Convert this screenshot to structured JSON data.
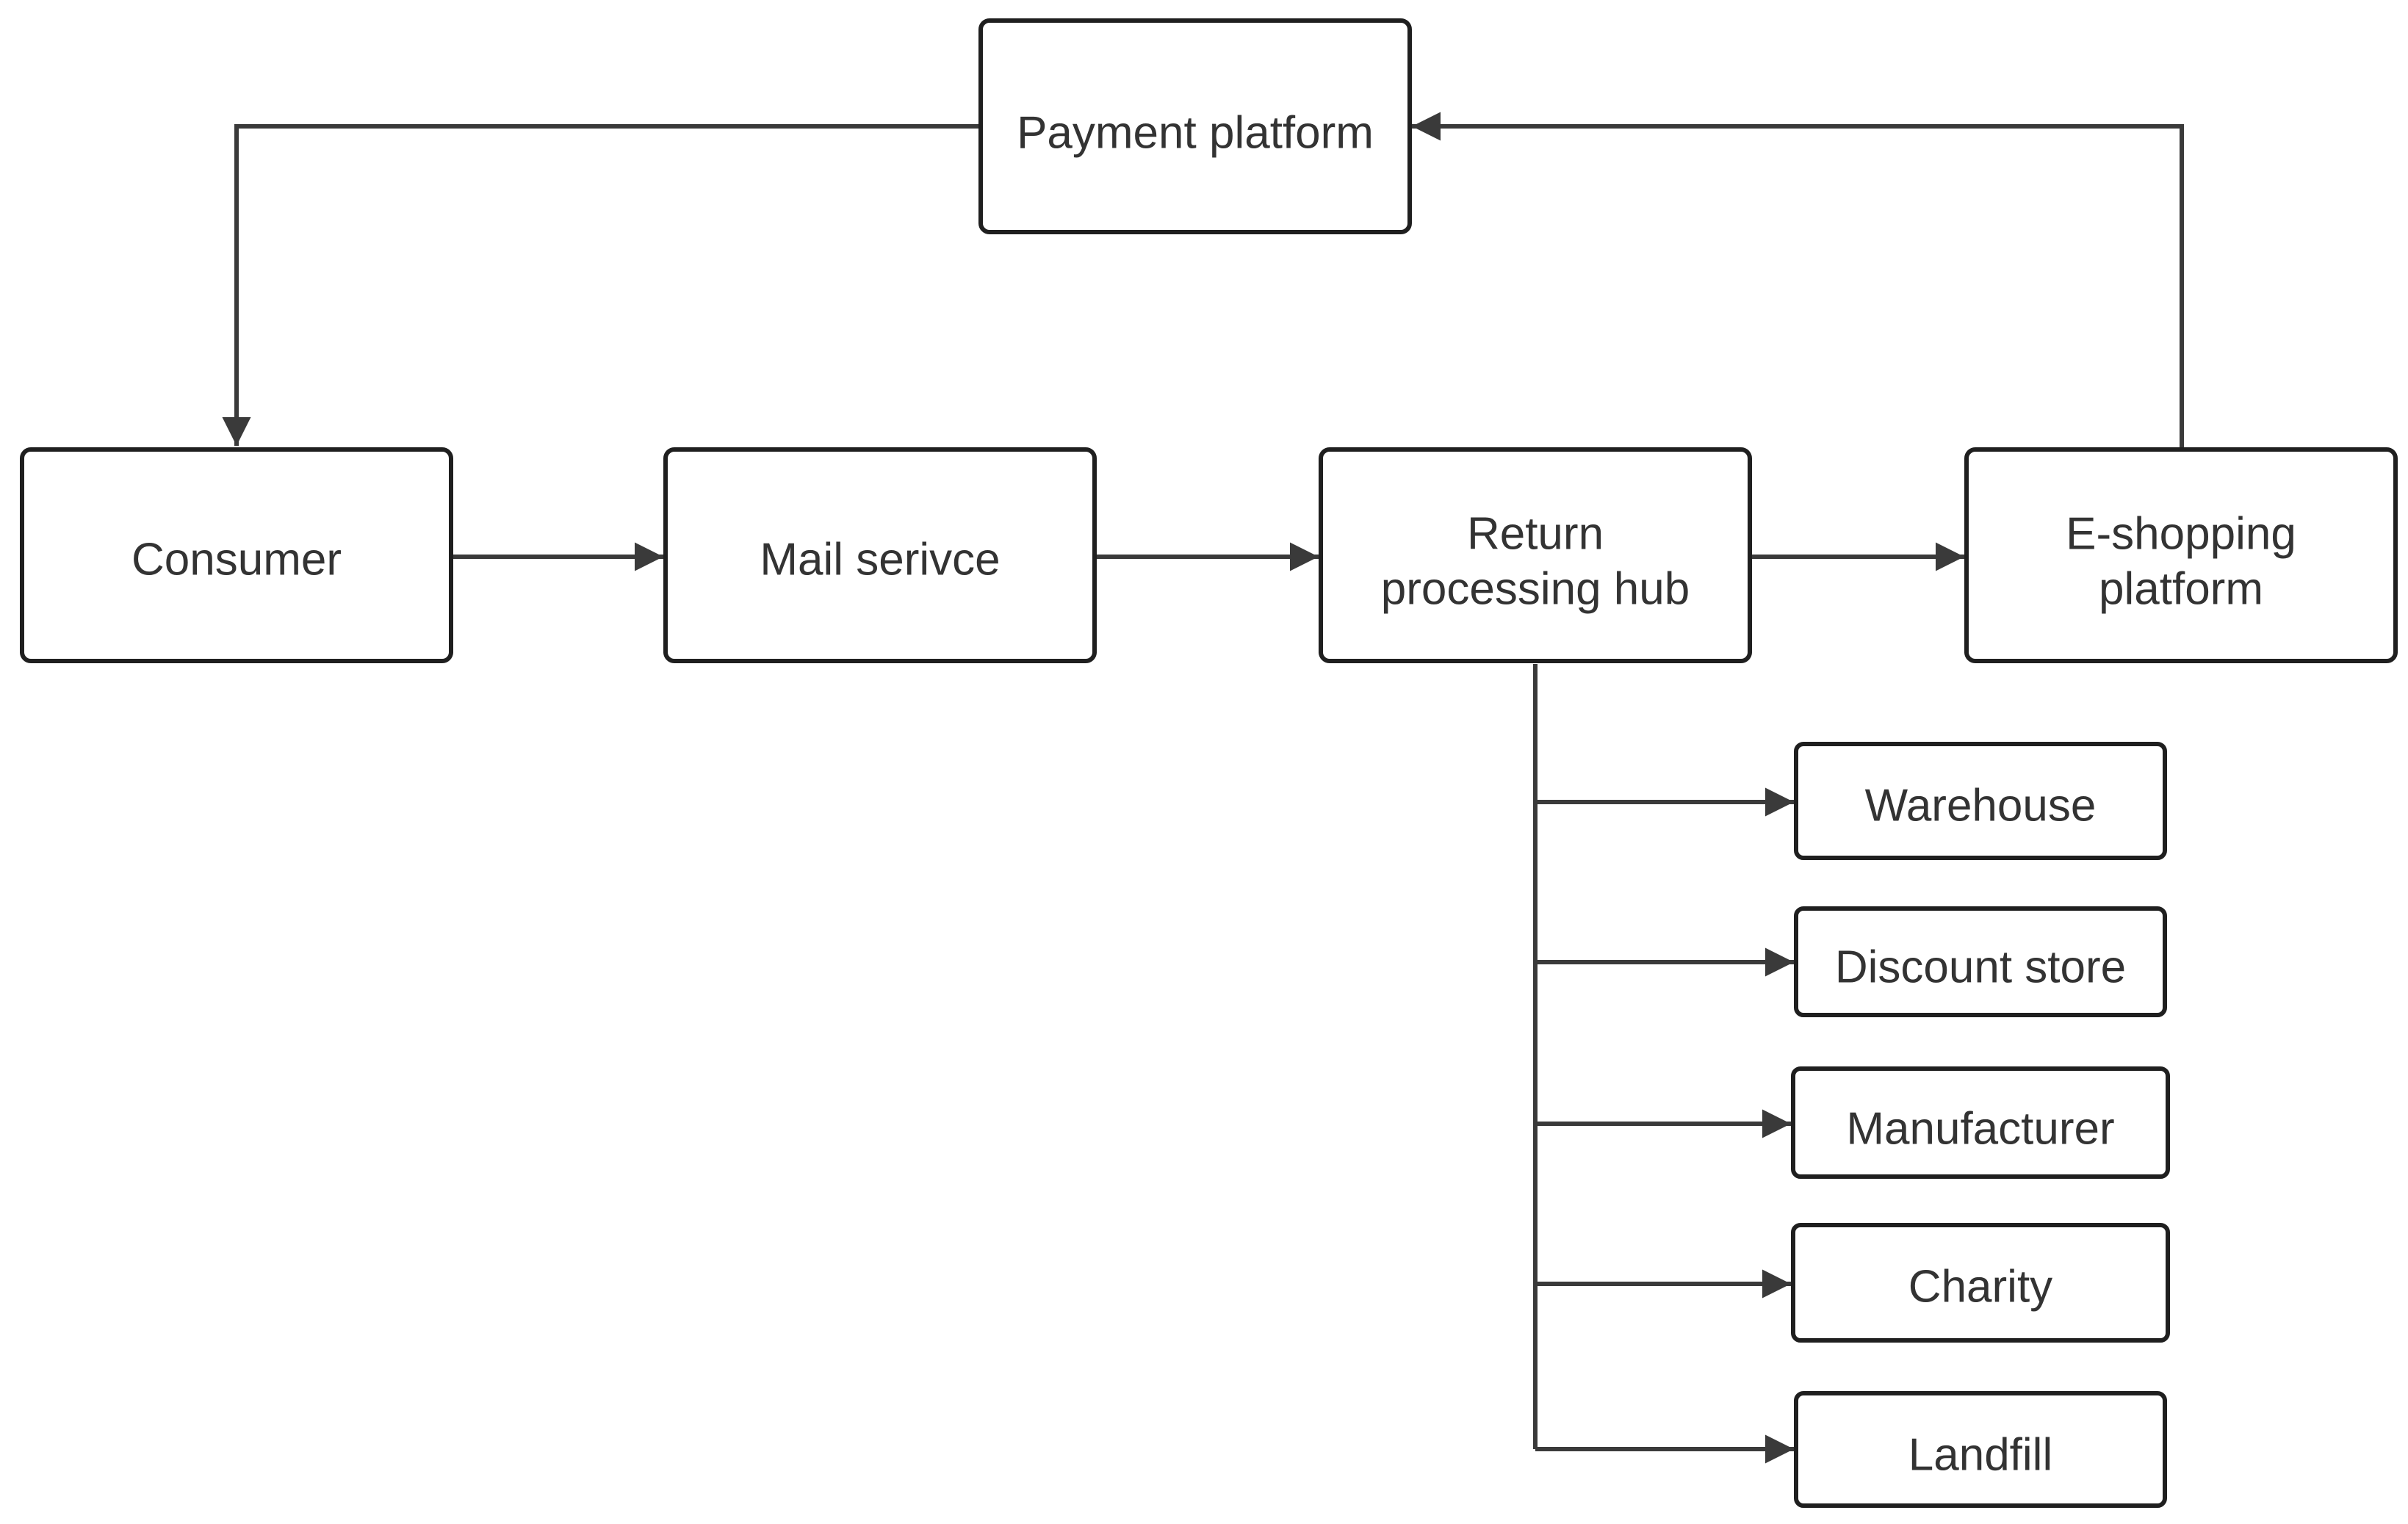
{
  "nodes": {
    "payment": {
      "lines": [
        "Payment platform"
      ]
    },
    "consumer": {
      "lines": [
        "Consumer"
      ]
    },
    "mail": {
      "lines": [
        "Mail serivce"
      ]
    },
    "hub": {
      "lines": [
        "Return",
        "processing hub"
      ]
    },
    "eshop": {
      "lines": [
        "E-shopping",
        "platform"
      ]
    },
    "warehouse": {
      "lines": [
        "Warehouse"
      ]
    },
    "discount": {
      "lines": [
        "Discount store"
      ]
    },
    "manufacturer": {
      "lines": [
        "Manufacturer"
      ]
    },
    "charity": {
      "lines": [
        "Charity"
      ]
    },
    "landfill": {
      "lines": [
        "Landfill"
      ]
    }
  },
  "edges": [
    {
      "from": "payment",
      "to": "consumer"
    },
    {
      "from": "eshop",
      "to": "payment"
    },
    {
      "from": "consumer",
      "to": "mail"
    },
    {
      "from": "mail",
      "to": "hub"
    },
    {
      "from": "hub",
      "to": "eshop"
    },
    {
      "from": "hub",
      "to": "warehouse"
    },
    {
      "from": "hub",
      "to": "discount"
    },
    {
      "from": "hub",
      "to": "manufacturer"
    },
    {
      "from": "hub",
      "to": "charity"
    },
    {
      "from": "hub",
      "to": "landfill"
    }
  ],
  "colors": {
    "box_stroke": "#1f1f1f",
    "line": "#3a3a3a",
    "text": "#333333",
    "background": "#ffffff"
  }
}
